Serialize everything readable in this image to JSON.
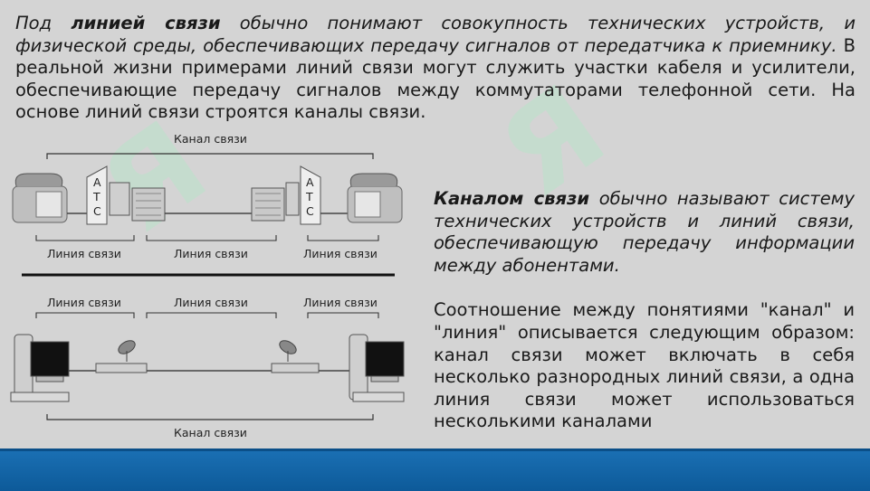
{
  "intro": {
    "p1": "Под",
    "term": "линией связи",
    "p2": "обычно понимают совокупность технических устройств, и физической среды, обеспечивающих передачу сигналов от передатчика к приемнику.",
    "p3": "В реальной жизни примерами линий связи могут служить участки кабеля и усилители, обеспечивающие передачу сигналов между коммутаторами телефонной сети. На основе линий связи строятся каналы связи."
  },
  "diagram": {
    "channel_label": "Канал связи",
    "line_label": "Линия связи",
    "ats_letters": [
      "А",
      "Т",
      "С"
    ]
  },
  "right": {
    "term": "Каналом связи",
    "def": "обычно называют систему технических устройств и линий связи, обеспечивающую передачу информации между абонентами.",
    "relation": "Соотношение между понятиями \"канал\" и \"линия\" описывается следующим образом: канал связи может включать в себя несколько разнородных линий связи, а одна линия связи может использоваться несколькими каналами"
  }
}
